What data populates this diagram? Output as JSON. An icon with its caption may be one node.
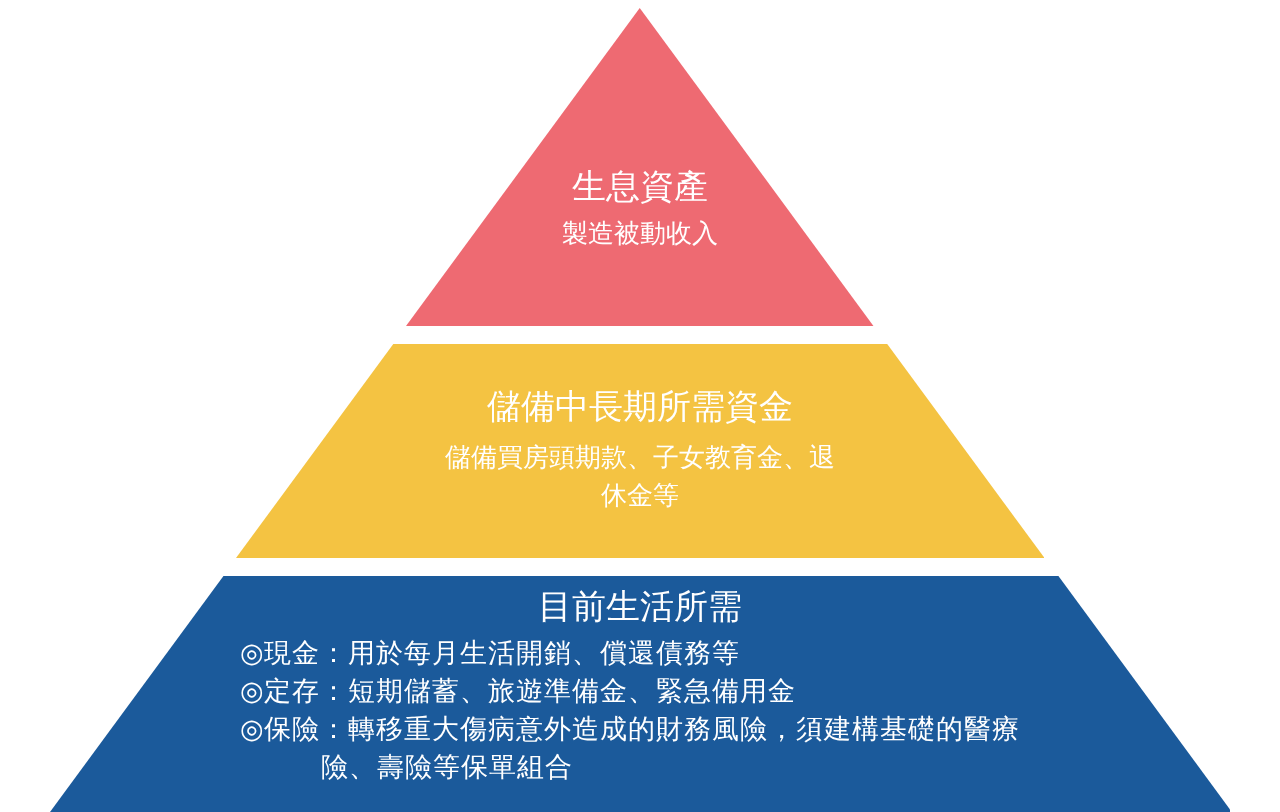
{
  "diagram": {
    "nodes": [
      {
        "text": [
          "生息資產",
          "製造被動收入"
        ]
      },
      {
        "text": [
          "儲備中長期所需資金",
          "儲備買房頭期款、子女教育金、退休金等"
        ]
      },
      {
        "text": [
          "目前生活所需",
          "◎現金：用於每月生活開銷、償還債務等",
          "◎定存：短期儲蓄、旅遊準備金、緊急備用金",
          "◎保險：轉移重大傷病意外造成的財務風險，須建構基礎的醫療險、壽險等保單組合"
        ]
      }
    ]
  }
}
